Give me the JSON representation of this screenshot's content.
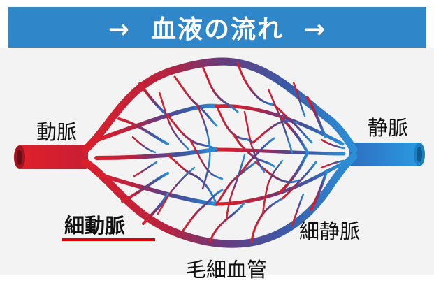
{
  "banner": {
    "title": "→  血液の流れ  →",
    "background_color": "#2f86c8",
    "text_color": "#ffffff"
  },
  "labels": {
    "artery": "動脈",
    "vein": "静脈",
    "arteriole": "細動脈",
    "venule": "細静脈",
    "capillary": "毛細血管"
  },
  "colors": {
    "artery_red": "#d8202c",
    "vein_blue": "#2a90d8",
    "capillary_purple": "#6a3a7a",
    "highlight_underline": "#e00000"
  }
}
